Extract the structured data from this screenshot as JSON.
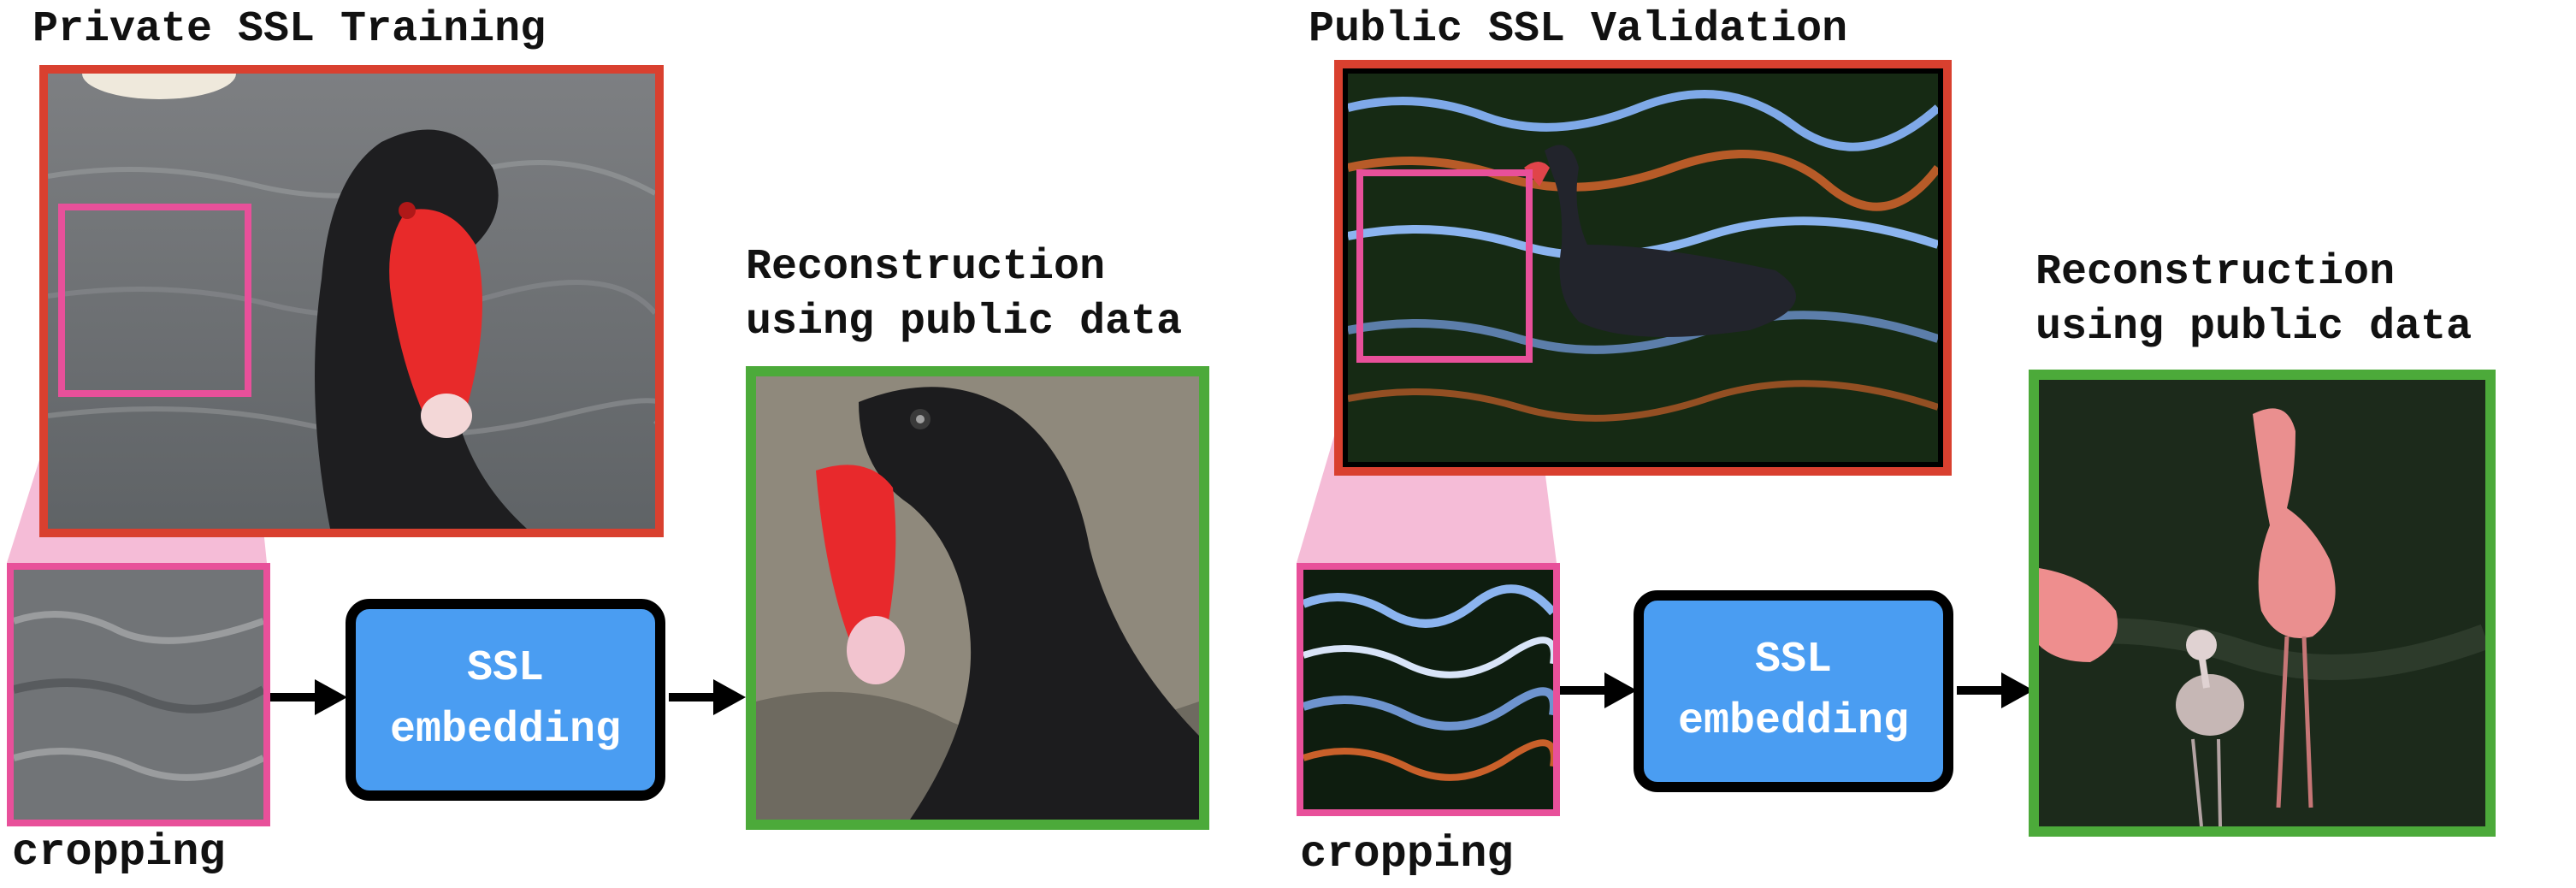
{
  "left": {
    "title": "Private SSL Training",
    "reconstruction_label_line1": "Reconstruction",
    "reconstruction_label_line2": "using public data",
    "ssl_line1": "SSL",
    "ssl_line2": "embedding",
    "crop_label": "cropping"
  },
  "right": {
    "title": "Public SSL Validation",
    "reconstruction_label_line1": "Reconstruction",
    "reconstruction_label_line2": "using public data",
    "ssl_line1": "SSL",
    "ssl_line2": "embedding",
    "crop_label": "cropping"
  },
  "colors": {
    "private_frame": "#d9402f",
    "crop_frame": "#e8509a",
    "reconstruction_frame": "#4caa3a",
    "ssl_box": "#4a9df2"
  },
  "icons": [
    "black-swan-photo",
    "swan-water-crop",
    "swan-head-reconstruction",
    "swan-pond-photo",
    "water-reflection-crop",
    "flamingo-reconstruction",
    "arrow-right-icon"
  ]
}
